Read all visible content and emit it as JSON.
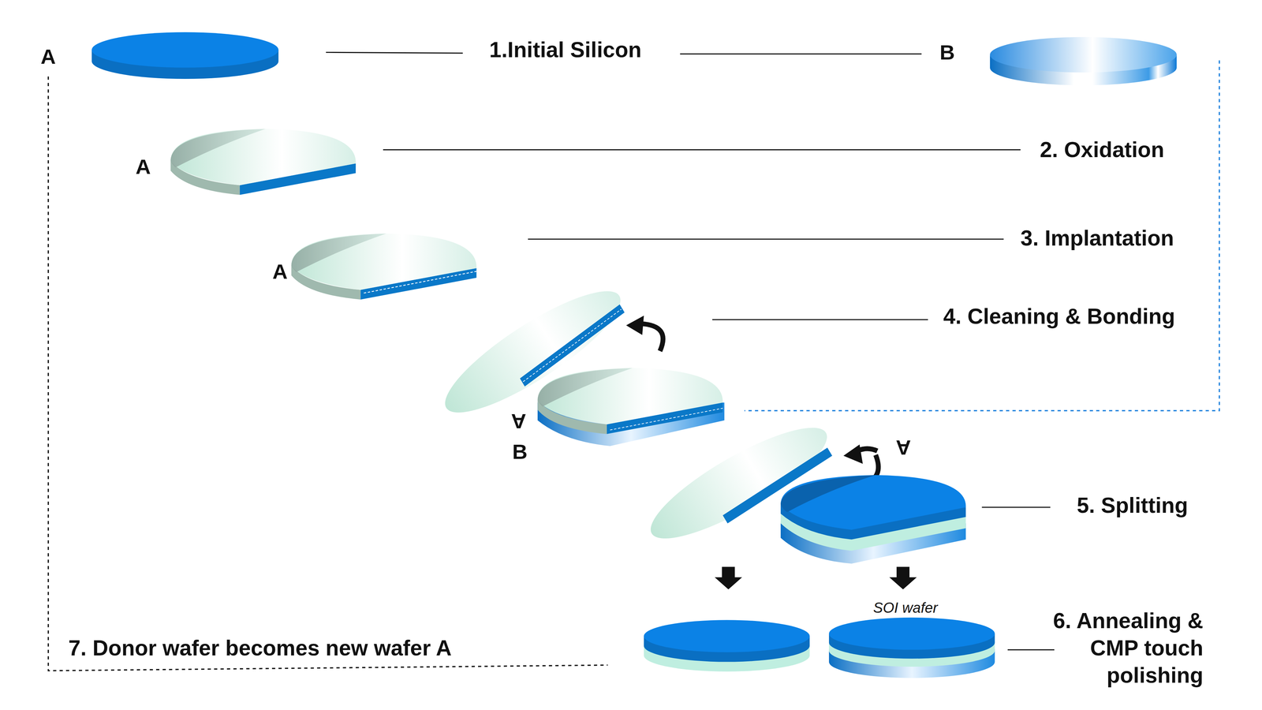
{
  "diagram": {
    "labels": [
      "A",
      "1.Initial Silicon",
      "B",
      "A",
      "2. Oxidation",
      "A",
      "3. Implantation",
      "4. Cleaning & Bonding",
      "A",
      "B",
      "A",
      "5. Splitting",
      "SOI wafer",
      "6. Annealing & CMP touch polishing",
      "7. Donor wafer becomes new wafer A"
    ]
  }
}
